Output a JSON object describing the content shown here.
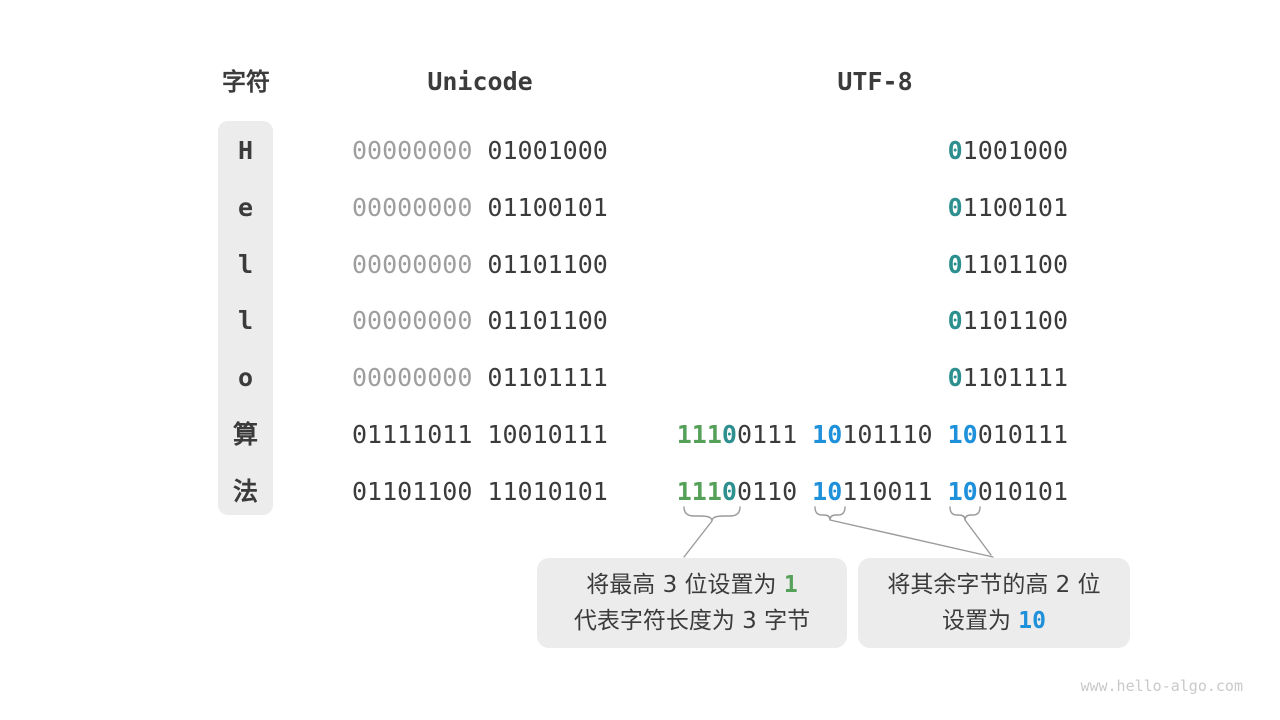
{
  "headers": {
    "char": "字符",
    "unicode": "Unicode",
    "utf8": "UTF-8"
  },
  "colors": {
    "dark_text": "#3b3b3b",
    "gray_byte": "#9e9e9e",
    "teal_prefix": "#2e8f8f",
    "green_prefix": "#56a15a",
    "blue_prefix": "#1f90da",
    "box_background": "#ececec",
    "connector_line": "#9b9b9b",
    "footer_text": "#c9c9c9"
  },
  "rows": [
    {
      "char": "H",
      "unicode_high": "00000000",
      "unicode_low": "01001000",
      "utf8_prefix": "0",
      "utf8_rest": "1001000"
    },
    {
      "char": "e",
      "unicode_high": "00000000",
      "unicode_low": "01100101",
      "utf8_prefix": "0",
      "utf8_rest": "1100101"
    },
    {
      "char": "l",
      "unicode_high": "00000000",
      "unicode_low": "01101100",
      "utf8_prefix": "0",
      "utf8_rest": "1101100"
    },
    {
      "char": "l",
      "unicode_high": "00000000",
      "unicode_low": "01101100",
      "utf8_prefix": "0",
      "utf8_rest": "1101100"
    },
    {
      "char": "o",
      "unicode_high": "00000000",
      "unicode_low": "01101111",
      "utf8_prefix": "0",
      "utf8_rest": "1101111"
    },
    {
      "char": "算",
      "unicode_high": "01111011",
      "unicode_low": "10010111",
      "b1_green": "111",
      "b1_teal": "0",
      "b1_rest": "0111",
      "b2_blue": "10",
      "b2_rest": "101110",
      "b3_blue": "10",
      "b3_rest": "010111"
    },
    {
      "char": "法",
      "unicode_high": "01101100",
      "unicode_low": "11010101",
      "b1_green": "111",
      "b1_teal": "0",
      "b1_rest": "0110",
      "b2_blue": "10",
      "b2_rest": "110011",
      "b3_blue": "10",
      "b3_rest": "010101"
    }
  ],
  "callouts": {
    "left": {
      "line1_text": "将最高 3 位设置为 ",
      "line1_highlight": "1",
      "line2": "代表字符长度为 3 字节"
    },
    "right": {
      "line1": "将其余字节的高 2 位",
      "line2_text": "设置为 ",
      "line2_highlight": "10"
    }
  },
  "footer": {
    "watermark": "www.hello-algo.com"
  }
}
